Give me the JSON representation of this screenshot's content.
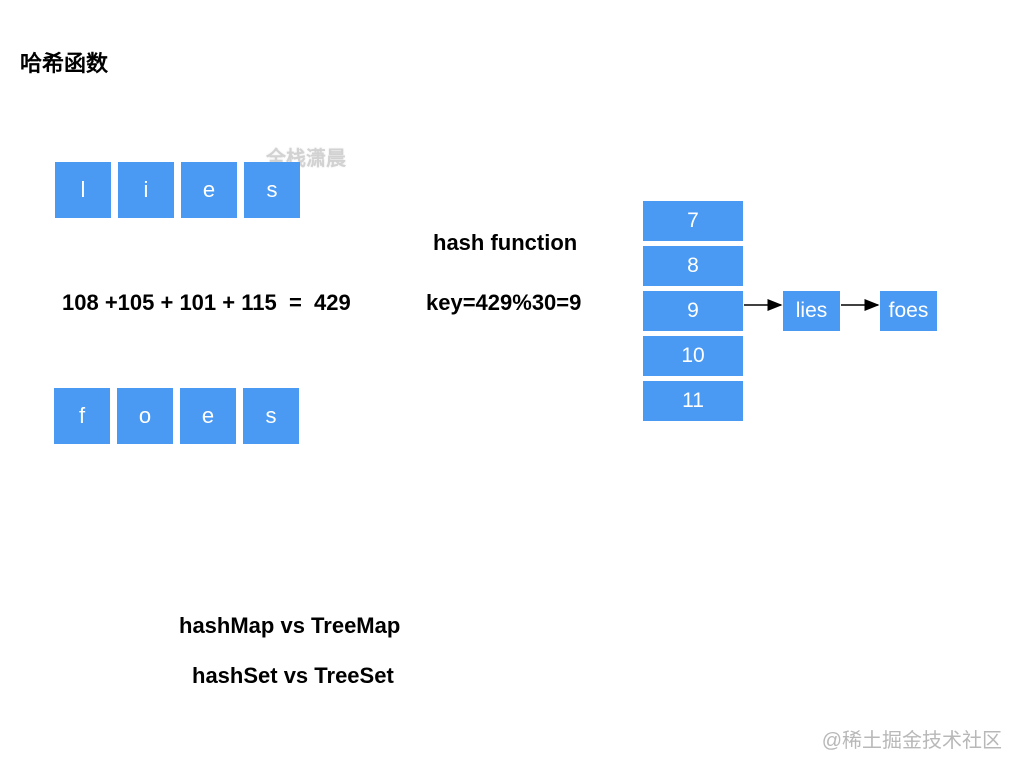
{
  "title": "哈希函数",
  "watermark_top": "全栈潇晨",
  "word1": [
    "l",
    "i",
    "e",
    "s"
  ],
  "word2": [
    "f",
    "o",
    "e",
    "s"
  ],
  "sum_expression": "108 +105 + 101 + 115  =  429",
  "hash_function_label": "hash function",
  "key_expression": "key=429%30=9",
  "buckets": [
    "7",
    "8",
    "9",
    "10",
    "11"
  ],
  "chain": [
    "lies",
    "foes"
  ],
  "compare1": "hashMap vs TreeMap",
  "compare2": "hashSet vs TreeSet",
  "watermark_bottom": "@稀土掘金技术社区",
  "colors": {
    "box": "#4a9af3",
    "box_text": "#ffffff"
  }
}
